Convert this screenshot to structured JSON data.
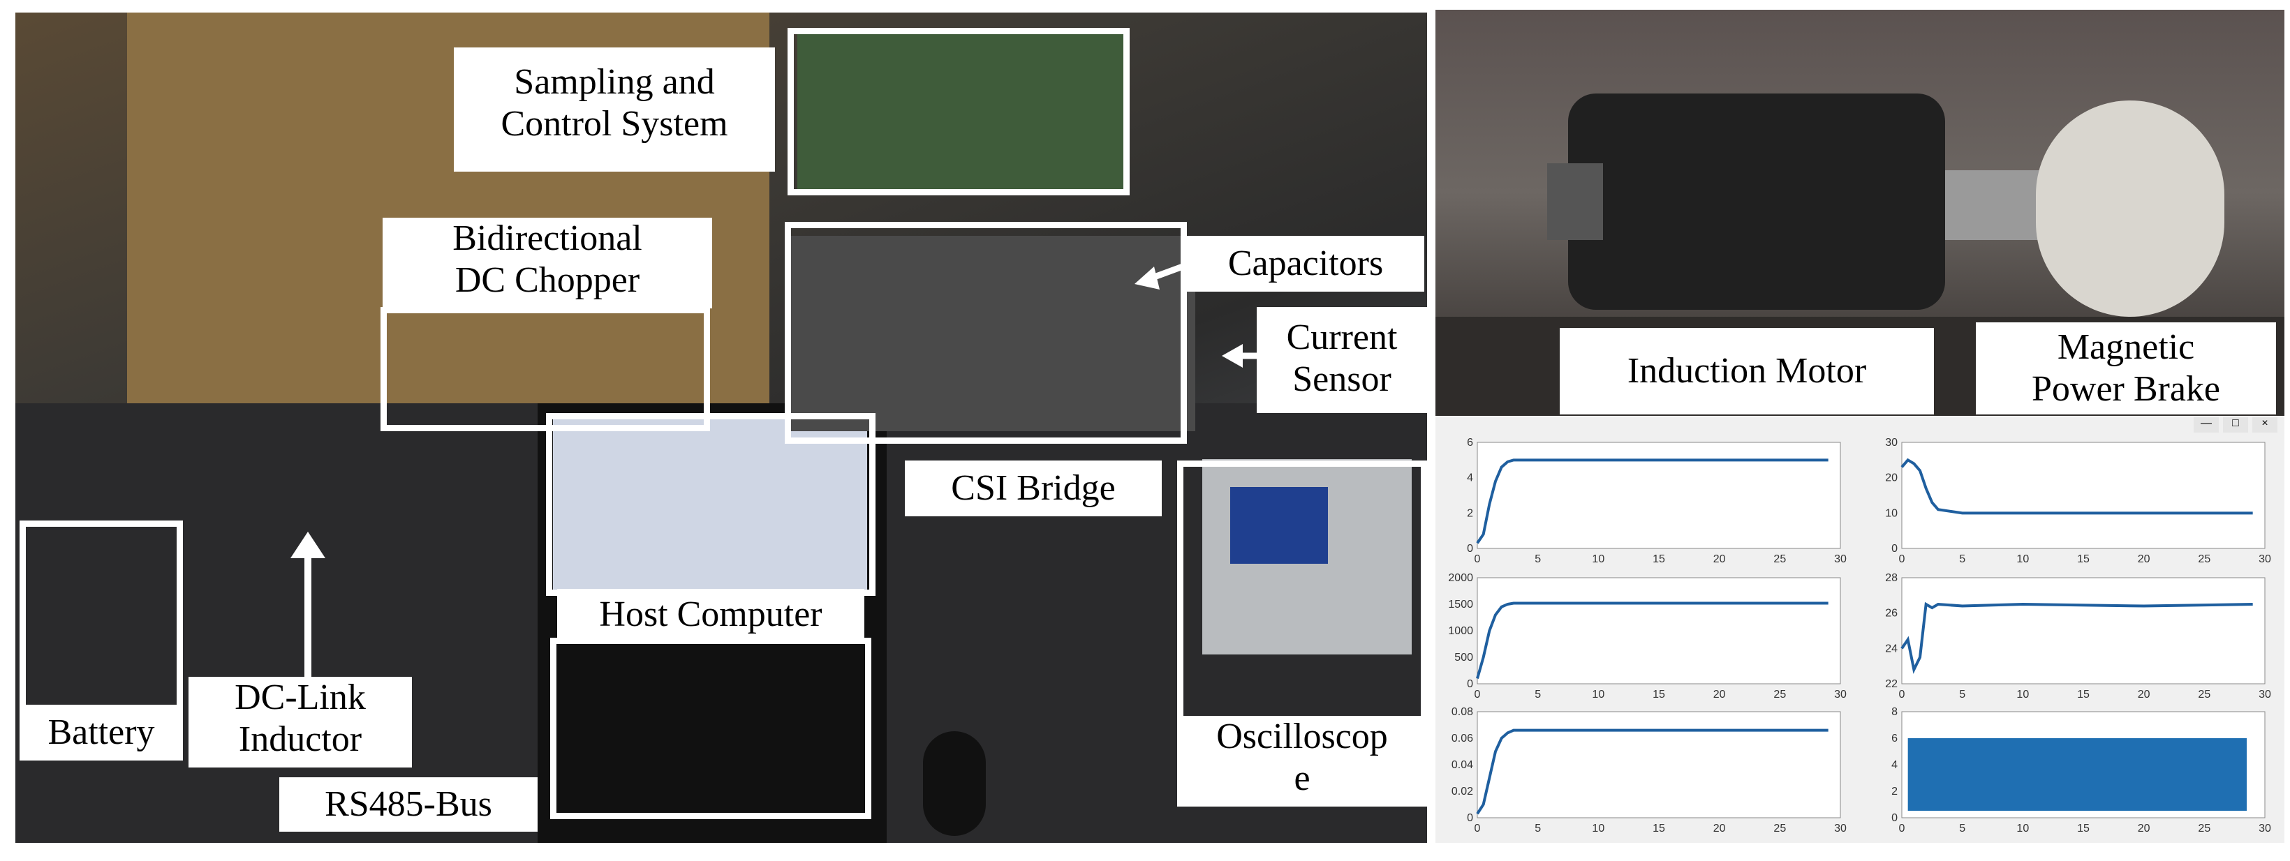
{
  "labels": {
    "sampling": [
      "Sampling and",
      "Control System"
    ],
    "chopper": [
      "Bidirectional",
      "DC Chopper"
    ],
    "capacitors": "Capacitors",
    "current_sensor": [
      "Current",
      "Sensor"
    ],
    "csi_bridge": "CSI Bridge",
    "host_computer": "Host Computer",
    "oscilloscope": [
      "Oscilloscop",
      "e"
    ],
    "battery": "Battery",
    "dc_link": [
      "DC-Link",
      "Inductor"
    ],
    "rs485": "RS485-Bus",
    "induction_motor": "Induction Motor",
    "brake": [
      "Magnetic",
      "Power Brake"
    ]
  },
  "window_controls": [
    "—",
    "□",
    "×"
  ],
  "chart_data": [
    {
      "type": "line",
      "xlim": [
        0,
        30
      ],
      "ylim": [
        0,
        6
      ],
      "xticks": [
        0,
        5,
        10,
        15,
        20,
        25,
        30
      ],
      "yticks": [
        0,
        2,
        4,
        6
      ],
      "series": [
        {
          "x": [
            0,
            0.5,
            1,
            1.5,
            2,
            2.5,
            3,
            5,
            10,
            20,
            29
          ],
          "y": [
            0.3,
            0.8,
            2.5,
            3.8,
            4.6,
            4.9,
            5.0,
            5.0,
            5.0,
            5.0,
            5.0
          ]
        }
      ]
    },
    {
      "type": "line",
      "xlim": [
        0,
        30
      ],
      "ylim": [
        0,
        30
      ],
      "xticks": [
        0,
        5,
        10,
        15,
        20,
        25,
        30
      ],
      "yticks": [
        0,
        10,
        20,
        30
      ],
      "series": [
        {
          "x": [
            0,
            0.5,
            1,
            1.5,
            2,
            2.5,
            3,
            4,
            5,
            10,
            20,
            29
          ],
          "y": [
            23,
            25,
            24,
            22,
            17,
            13,
            11,
            10.5,
            10,
            10,
            10,
            10
          ]
        }
      ]
    },
    {
      "type": "line",
      "xlim": [
        0,
        30
      ],
      "ylim": [
        0,
        2000
      ],
      "xticks": [
        0,
        5,
        10,
        15,
        20,
        25,
        30
      ],
      "yticks": [
        0,
        500,
        1000,
        1500,
        2000
      ],
      "series": [
        {
          "x": [
            0,
            0.5,
            1,
            1.5,
            2,
            2.5,
            3,
            5,
            10,
            20,
            29
          ],
          "y": [
            100,
            500,
            1000,
            1300,
            1450,
            1500,
            1520,
            1520,
            1520,
            1520,
            1520
          ]
        }
      ]
    },
    {
      "type": "line",
      "xlim": [
        0,
        30
      ],
      "ylim": [
        22,
        28
      ],
      "xticks": [
        0,
        5,
        10,
        15,
        20,
        25,
        30
      ],
      "yticks": [
        22,
        24,
        26,
        28
      ],
      "series": [
        {
          "x": [
            0,
            0.5,
            1,
            1.5,
            2,
            2.5,
            3,
            5,
            10,
            20,
            29
          ],
          "y": [
            24,
            24.5,
            22.8,
            23.5,
            26.5,
            26.3,
            26.5,
            26.4,
            26.5,
            26.4,
            26.5
          ]
        }
      ]
    },
    {
      "type": "line",
      "xlim": [
        0,
        30
      ],
      "ylim": [
        0,
        0.08
      ],
      "xticks": [
        0,
        5,
        10,
        15,
        20,
        25,
        30
      ],
      "yticks": [
        0,
        0.02,
        0.04,
        0.06,
        0.08
      ],
      "series": [
        {
          "x": [
            0,
            0.5,
            1,
            1.5,
            2,
            2.5,
            3,
            5,
            10,
            20,
            29
          ],
          "y": [
            0.003,
            0.01,
            0.03,
            0.05,
            0.06,
            0.064,
            0.066,
            0.066,
            0.066,
            0.066,
            0.066
          ]
        }
      ]
    },
    {
      "type": "area",
      "xlim": [
        0,
        30
      ],
      "ylim": [
        0,
        8
      ],
      "xticks": [
        0,
        5,
        10,
        15,
        20,
        25,
        30
      ],
      "yticks": [
        0,
        2,
        4,
        6,
        8
      ],
      "series": [
        {
          "x": [
            0.5,
            28.5
          ],
          "y": [
            6,
            6
          ]
        }
      ]
    }
  ]
}
